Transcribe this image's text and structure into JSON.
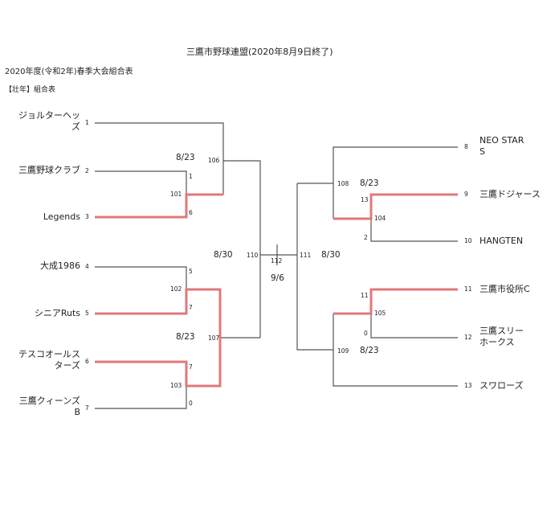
{
  "title": "三鷹市野球連盟(2020年8月9日終了)",
  "subtitle": "2020年度(令和2年)春季大会組合表",
  "division": "【壮年】組合表",
  "colors": {
    "line": "#555555",
    "winner": "#e0787a"
  },
  "left_teams": [
    {
      "seed": "1",
      "name_lines": [
        "ジョルターヘッ",
        "ズ"
      ]
    },
    {
      "seed": "2",
      "name_lines": [
        "三鷹野球クラブ"
      ]
    },
    {
      "seed": "3",
      "name_lines": [
        "Legends"
      ]
    },
    {
      "seed": "4",
      "name_lines": [
        "大成1986"
      ]
    },
    {
      "seed": "5",
      "name_lines": [
        "シニアRuts"
      ]
    },
    {
      "seed": "6",
      "name_lines": [
        "テスコオールス",
        "ターズ"
      ]
    },
    {
      "seed": "7",
      "name_lines": [
        "三鷹クィーンズ",
        "B"
      ]
    }
  ],
  "right_teams": [
    {
      "seed": "8",
      "name_lines": [
        "NEO STAR",
        "S"
      ]
    },
    {
      "seed": "9",
      "name_lines": [
        "三鷹ドジャース"
      ]
    },
    {
      "seed": "10",
      "name_lines": [
        "HANGTEN"
      ]
    },
    {
      "seed": "11",
      "name_lines": [
        "三鷹市役所C"
      ]
    },
    {
      "seed": "12",
      "name_lines": [
        "三鷹スリー",
        "ホークス"
      ]
    },
    {
      "seed": "13",
      "name_lines": [
        "スワローズ"
      ]
    }
  ],
  "matches": {
    "m101": {
      "no": "101",
      "score_top": "1",
      "score_bottom": "6"
    },
    "m102": {
      "no": "102",
      "score_top": "5",
      "score_bottom": "7"
    },
    "m103": {
      "no": "103",
      "score_top": "7",
      "score_bottom": "0"
    },
    "m104": {
      "no": "104",
      "score_top": "13",
      "score_bottom": "2"
    },
    "m105": {
      "no": "105",
      "score_top": "11",
      "score_bottom": "0"
    },
    "m106": {
      "no": "106",
      "date": "8/23"
    },
    "m107": {
      "no": "107",
      "date": "8/23"
    },
    "m108": {
      "no": "108",
      "date": "8/23"
    },
    "m109": {
      "no": "109",
      "date": "8/23"
    },
    "m110": {
      "no": "110",
      "date": "8/30"
    },
    "m111": {
      "no": "111",
      "date": "8/30"
    },
    "m112": {
      "no": "112",
      "date": "9/6"
    }
  }
}
